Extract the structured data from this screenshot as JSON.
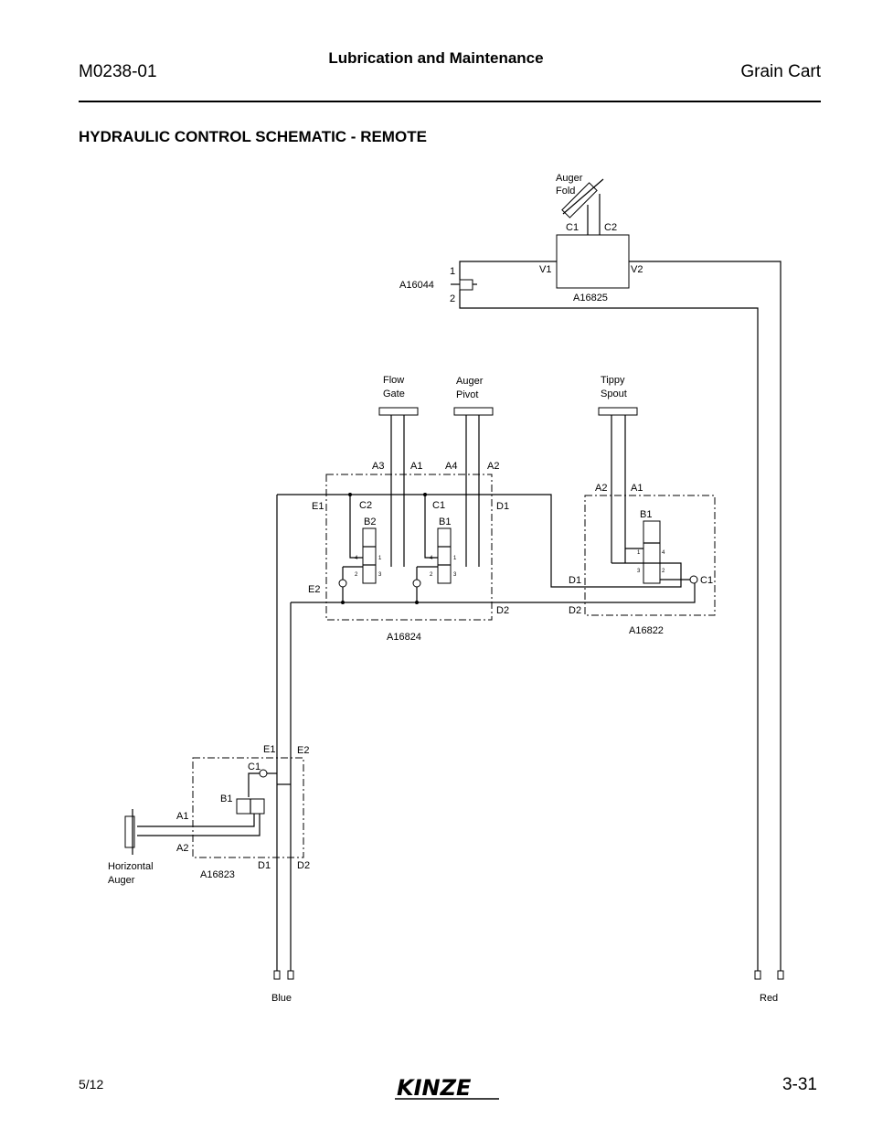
{
  "header": {
    "doc_number": "M0238-01",
    "chapter": "Lubrication and Maintenance",
    "product": "Grain Cart"
  },
  "section": {
    "title": "HYDRAULIC CONTROL SCHEMATIC - REMOTE"
  },
  "schematic": {
    "auger_fold": {
      "line1": "Auger",
      "line2": "Fold",
      "port_c1": "C1",
      "port_c2": "C2",
      "port_v1": "V1",
      "port_v2": "V2",
      "part": "A16825"
    },
    "relief": {
      "part": "A16044",
      "port_1": "1",
      "port_2": "2"
    },
    "flow_gate": {
      "line1": "Flow",
      "line2": "Gate"
    },
    "auger_pivot": {
      "line1": "Auger",
      "line2": "Pivot"
    },
    "tippy_spout": {
      "line1": "Tippy",
      "line2": "Spout"
    },
    "valve_a16824": {
      "part": "A16824",
      "a3": "A3",
      "a1": "A1",
      "a4": "A4",
      "a2": "A2",
      "e1": "E1",
      "e2": "E2",
      "c2": "C2",
      "c1": "C1",
      "b2": "B2",
      "b1": "B1",
      "d1": "D1",
      "d2": "D2"
    },
    "valve_a16822": {
      "part": "A16822",
      "a2": "A2",
      "a1": "A1",
      "b1": "B1",
      "c1": "C1",
      "d1": "D1",
      "d2": "D2"
    },
    "valve_a16823": {
      "part": "A16823",
      "e1": "E1",
      "e2": "E2",
      "c1": "C1",
      "b1": "B1",
      "a1": "A1",
      "a2": "A2",
      "d1": "D1",
      "d2": "D2"
    },
    "horizontal_auger": {
      "line1": "Horizontal",
      "line2": "Auger"
    },
    "coupler_blue": "Blue",
    "coupler_red": "Red",
    "port_numbers": {
      "p1": "1",
      "p2": "2",
      "p3": "3",
      "p4": "4"
    }
  },
  "footer": {
    "date": "5/12",
    "page": "3-31",
    "logo_text": "KINZE"
  }
}
